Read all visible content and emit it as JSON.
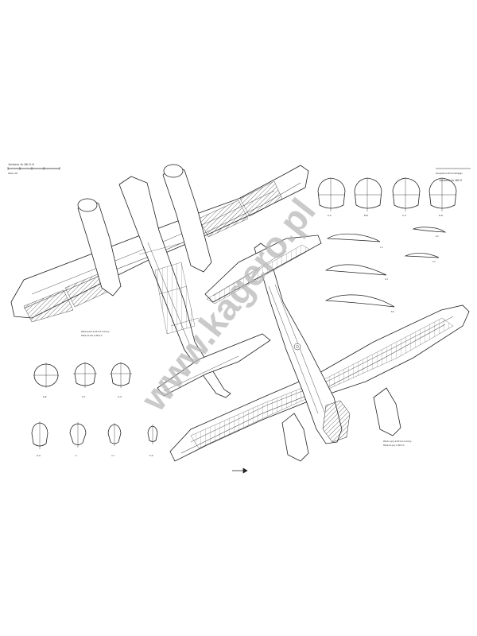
{
  "sheet": {
    "title_left": "Junkers Ju 88 G-6",
    "scale_caption": "Skala 1:48",
    "title_right": "Junkers Ju 88 G",
    "title_right_small": "Kartografia Ju 88 G-6 Nachtjäger",
    "plan_top_caption_1": "Widok spodu Ju 88 G-6 od strony",
    "plan_top_caption_2": "Widok od dołu Ju 88 G-6",
    "plan_bottom_caption_1": "Widok z góry Ju 88 G-6 od strony",
    "plan_bottom_caption_2": "Widok od góry Ju 88 G-6",
    "watermark": "www.kagero.pl",
    "section_labels_top": [
      "A-A",
      "B-B",
      "C-C",
      "D-D"
    ],
    "section_labels_left_row1": [
      "E-E",
      "F-F",
      "G-G"
    ],
    "section_labels_left_row2": [
      "H-H",
      "I-I",
      "J-J",
      "K-K"
    ],
    "airfoil_labels": [
      "1-1",
      "2-2",
      "3-3",
      "4-4",
      "5-5"
    ],
    "colors": {
      "line": "#222222",
      "hatch": "#555555",
      "watermark": "#b8b8b8"
    }
  }
}
